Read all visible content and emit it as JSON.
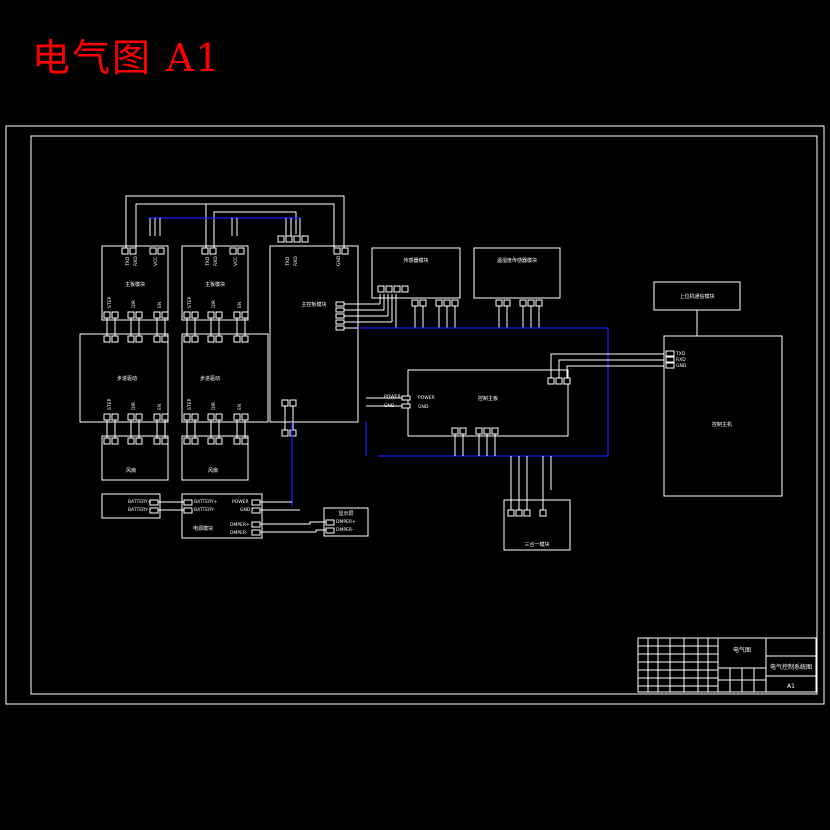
{
  "header": {
    "title": "电气图 A1"
  },
  "blocks": {
    "motor_board_1": "主板模块",
    "motor_board_2": "主板模块",
    "driver_1": "步进驱动",
    "driver_2": "步进驱动",
    "main_controller": "主控板模块",
    "sensor_a": "传感器模块",
    "sensor_b": "温湿度传感器模块",
    "host_main": "控制主板",
    "power_box": "电源模块",
    "screen": "显示屏",
    "wifi_module": "三合一模块",
    "upper_pc_label": "上位机通信模块",
    "upper_pc": "控制主机",
    "fan_1": "风扇",
    "fan_2": "风扇"
  },
  "labels": {
    "battery_pos": "BATTERY+",
    "battery_neg": "BATTERY-",
    "power_out": "POWER",
    "gnd": "GND",
    "damper_pos": "DMPER+",
    "damper_neg": "DMPER-",
    "tx": "TXD",
    "rx": "RXD",
    "vcc": "VCC",
    "step": "STEP",
    "dir": "DIR",
    "en": "EN"
  },
  "title_block": {
    "drawing_name": "电气图",
    "company": "电气控制系统图",
    "sheet_size": "A1"
  }
}
